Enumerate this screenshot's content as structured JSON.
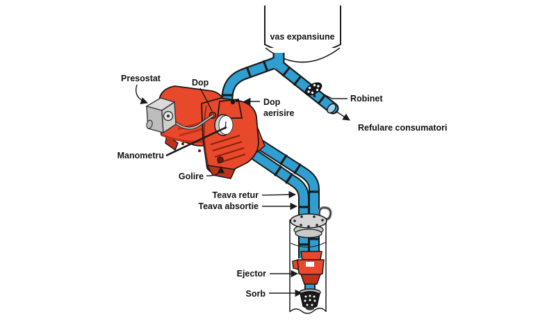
{
  "labels": {
    "vas_expansiune": "vas expansiune",
    "presostat": "Presostat",
    "dop": "Dop",
    "dop_aerisire": {
      "line1": "Dop",
      "line2": "aerisire"
    },
    "robinet": "Robinet",
    "refulare_consumatori": "Refulare consumatori",
    "manometru": "Manometru",
    "golire": "Golire",
    "teava_retur": "Teava retur",
    "teava_absortie": "Teava absortie",
    "ejector": "Ejector",
    "sorb": "Sorb"
  },
  "colors": {
    "pipe_blue": "#2E9FD0",
    "pipe_bore_light": "#9ED2E8",
    "pump_red": "#E8492B",
    "pump_red_dark": "#C0311A",
    "metal_gray": "#CFCFCF",
    "outline_black": "#1A1A1A",
    "background": "#FFFFFF"
  }
}
